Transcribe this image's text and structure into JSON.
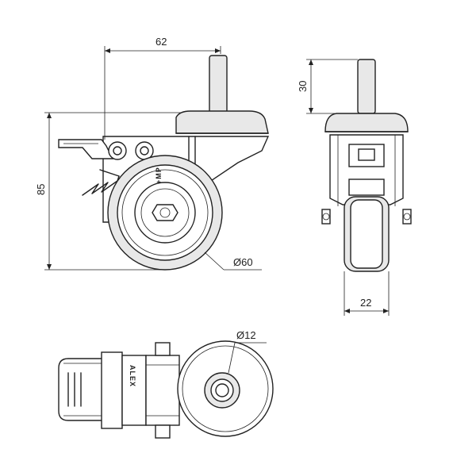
{
  "dimensions": {
    "top_width": "62",
    "total_height": "85",
    "stem_height": "30",
    "wheel_diameter": "Ø60",
    "wheel_width": "22",
    "stem_diameter": "Ø12"
  },
  "brand": "ALEX",
  "wheel_mark": "+MP"
}
